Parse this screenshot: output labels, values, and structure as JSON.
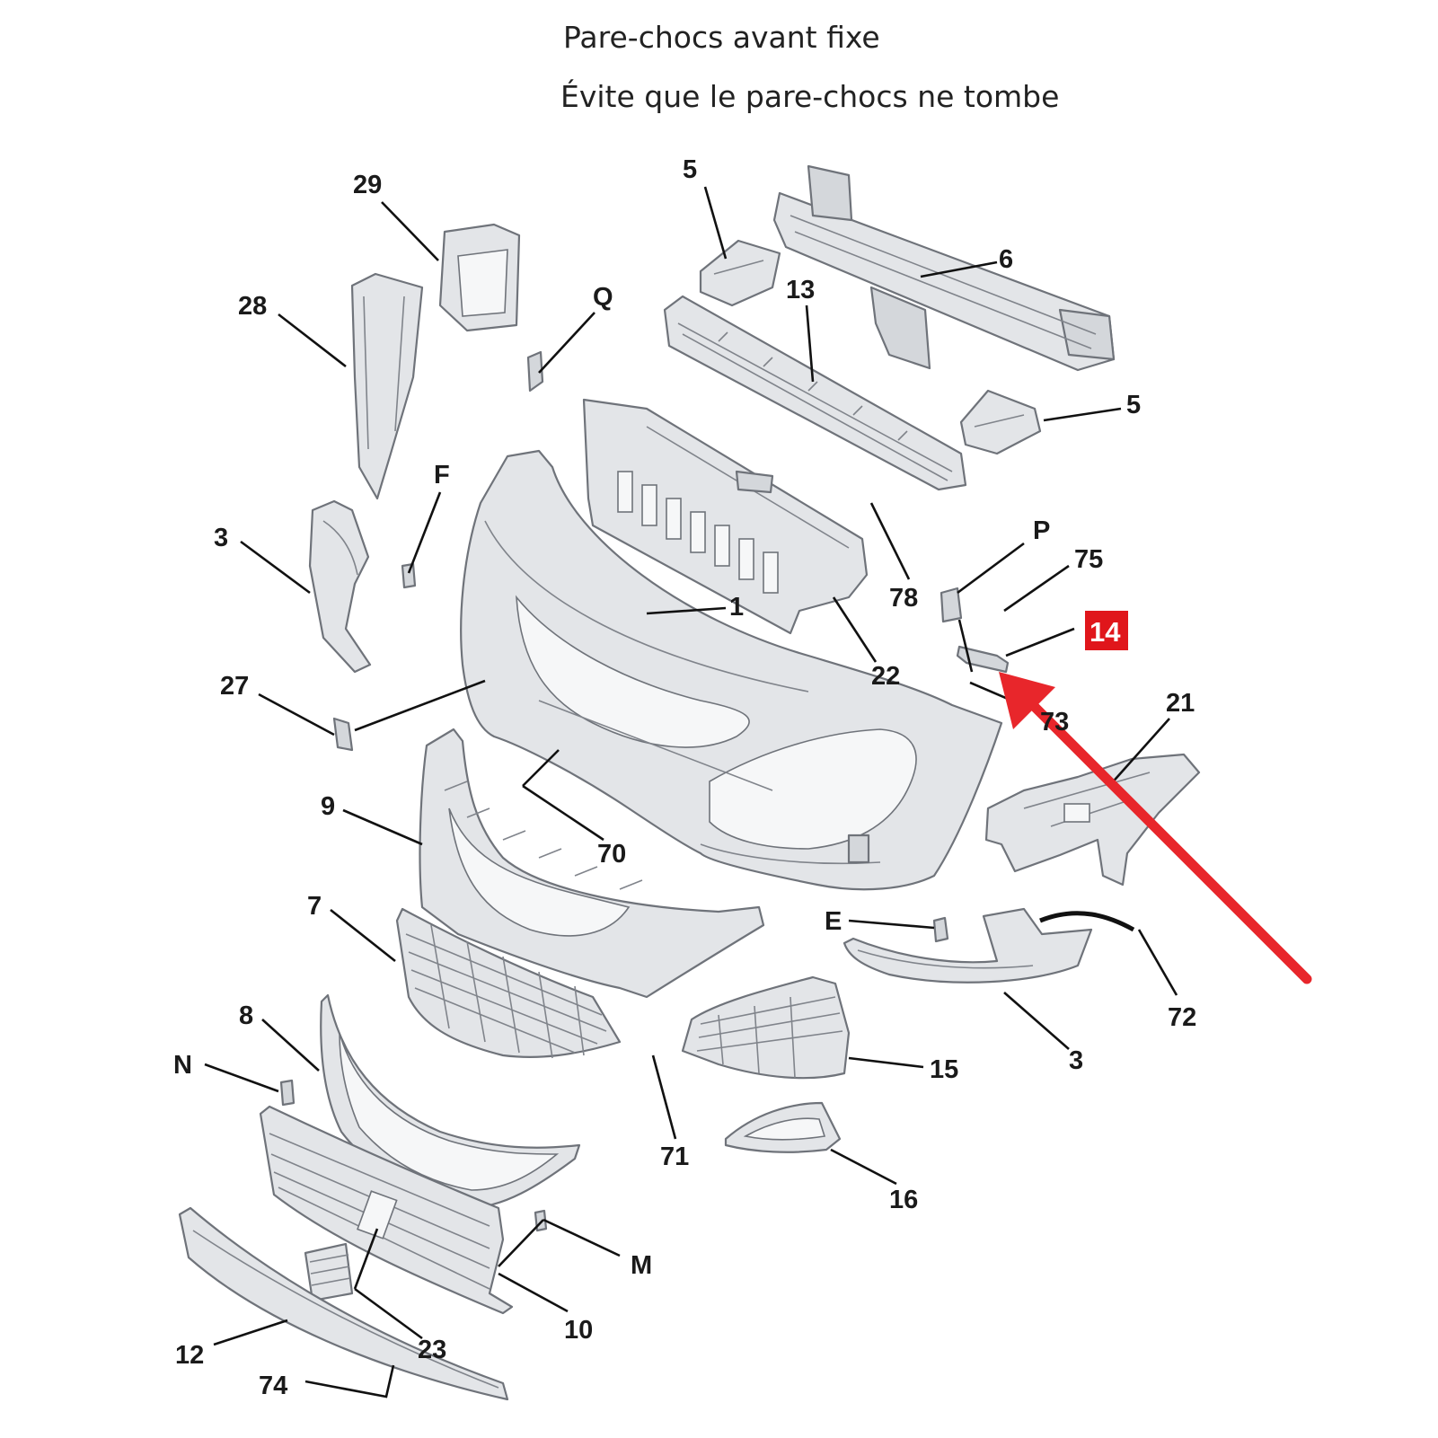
{
  "caption": {
    "line1": "Pare-chocs avant fixe",
    "line2": "Évite que le pare-chocs ne tombe"
  },
  "highlight": {
    "label": "14",
    "box_color": "#e0161b",
    "arrow_color": "#e8262b"
  },
  "callouts": [
    "29",
    "5",
    "6",
    "28",
    "Q",
    "13",
    "5",
    "3",
    "F",
    "78",
    "P",
    "75",
    "14",
    "1",
    "22",
    "27",
    "21",
    "73",
    "9",
    "70",
    "E",
    "72",
    "7",
    "3",
    "8",
    "N",
    "15",
    "71",
    "16",
    "M",
    "10",
    "12",
    "23",
    "74"
  ]
}
